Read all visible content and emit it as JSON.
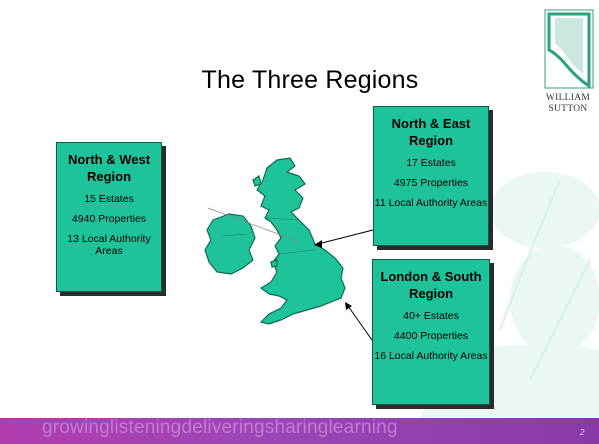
{
  "slide": {
    "title": "The Three Regions",
    "logo": {
      "line1": "WILLIAM",
      "line2": "SUTTON"
    },
    "regions": {
      "north_west": {
        "name": "North & West Region",
        "estates": "15  Estates",
        "properties": "4940 Properties",
        "authorities": "13 Local Authority Areas"
      },
      "north_east": {
        "name": "North & East Region",
        "estates": "17  Estates",
        "properties": "4975 Properties",
        "authorities": "11 Local Authority Areas"
      },
      "london_south": {
        "name": "London & South Region",
        "estates": "40+  Estates",
        "properties": "4400 Properties",
        "authorities": "16 Local Authority Areas"
      }
    },
    "footer": {
      "text": "growinglisteningdeliveringsharinglearning",
      "page_number": "2"
    },
    "colors": {
      "region_box": "#1fc39a",
      "map_fill": "#1fc39a",
      "footer_band": "#a040b0",
      "logo_green": "#2ea080"
    },
    "icons": {
      "logo": "william-sutton-shield-icon",
      "map": "uk-ireland-map"
    }
  }
}
